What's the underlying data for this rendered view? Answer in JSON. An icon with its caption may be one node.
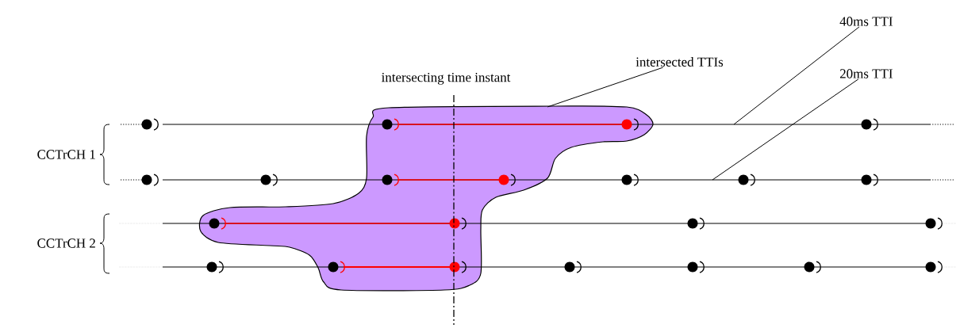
{
  "diagram": {
    "nodes": [
      {
        "text": [
          "intersected TTIs"
        ]
      },
      {
        "text": [],
        "shape": "cloud"
      },
      {
        "text": [
          "40ms TTI"
        ]
      },
      {
        "text": [
          "20ms TTI"
        ]
      }
    ],
    "edges": [
      {
        "from": 0,
        "to": 1,
        "arrow": "none"
      },
      {
        "from": 2,
        "to": null,
        "arrow": "none"
      },
      {
        "from": 3,
        "to": null,
        "arrow": "none"
      }
    ],
    "labels": [
      "intersecting time instant",
      "CCTrCH 1",
      "CCTrCH 2"
    ]
  }
}
